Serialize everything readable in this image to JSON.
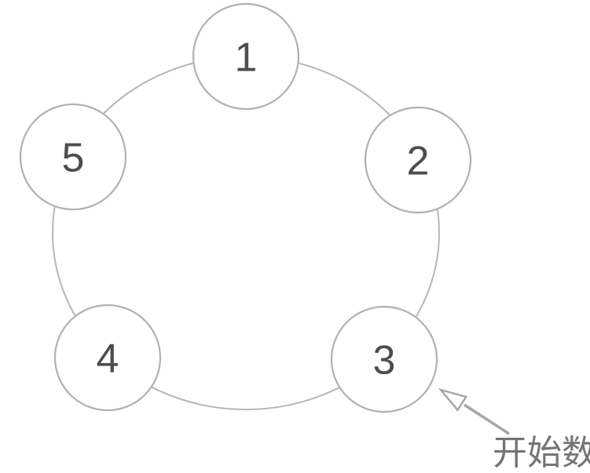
{
  "diagram": {
    "type": "circular-counting-diagram",
    "nodes": [
      {
        "label": "1"
      },
      {
        "label": "2"
      },
      {
        "label": "3"
      },
      {
        "label": "4"
      },
      {
        "label": "5"
      }
    ],
    "annotation": {
      "label": "开始数",
      "points_to_node": "3"
    },
    "colors": {
      "background": "#ffffff",
      "ring_stroke": "#b6b6b6",
      "node_stroke": "#b1b1b1",
      "node_fill": "#ffffff",
      "number_color": "#4d4d4d",
      "arrow_color": "#a5a5a5",
      "annotation_color": "#757575"
    }
  }
}
